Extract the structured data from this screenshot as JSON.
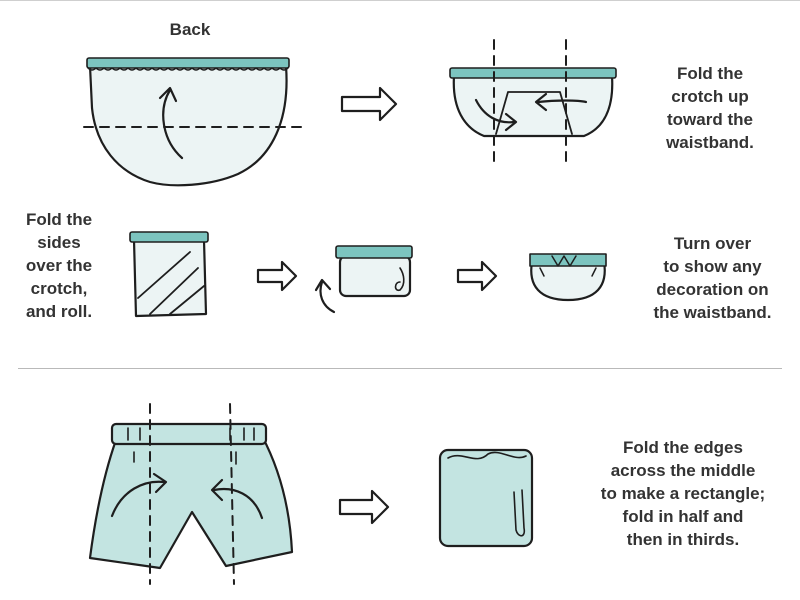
{
  "top_frame": {
    "back_label": "Back",
    "fold_crotch_text": "Fold the\ncrotch up\ntoward the\nwaistband."
  },
  "middle_frame": {
    "fold_sides_text": "Fold the\nsides\nover the\ncrotch,\nand roll.",
    "turn_over_text": "Turn over\nto show any\ndecoration on\nthe waistband."
  },
  "bottom_frame": {
    "fold_edges_text": "Fold the edges\nacross the middle\nto make a rectangle;\nfold in half and\nthen in thirds."
  },
  "colors": {
    "waistband": "#7cc4bf",
    "fabric_light": "#ecf4f4",
    "shorts_fill": "#c3e4e1",
    "ink": "#1e1e1e",
    "divider": "#b9b9b9"
  }
}
